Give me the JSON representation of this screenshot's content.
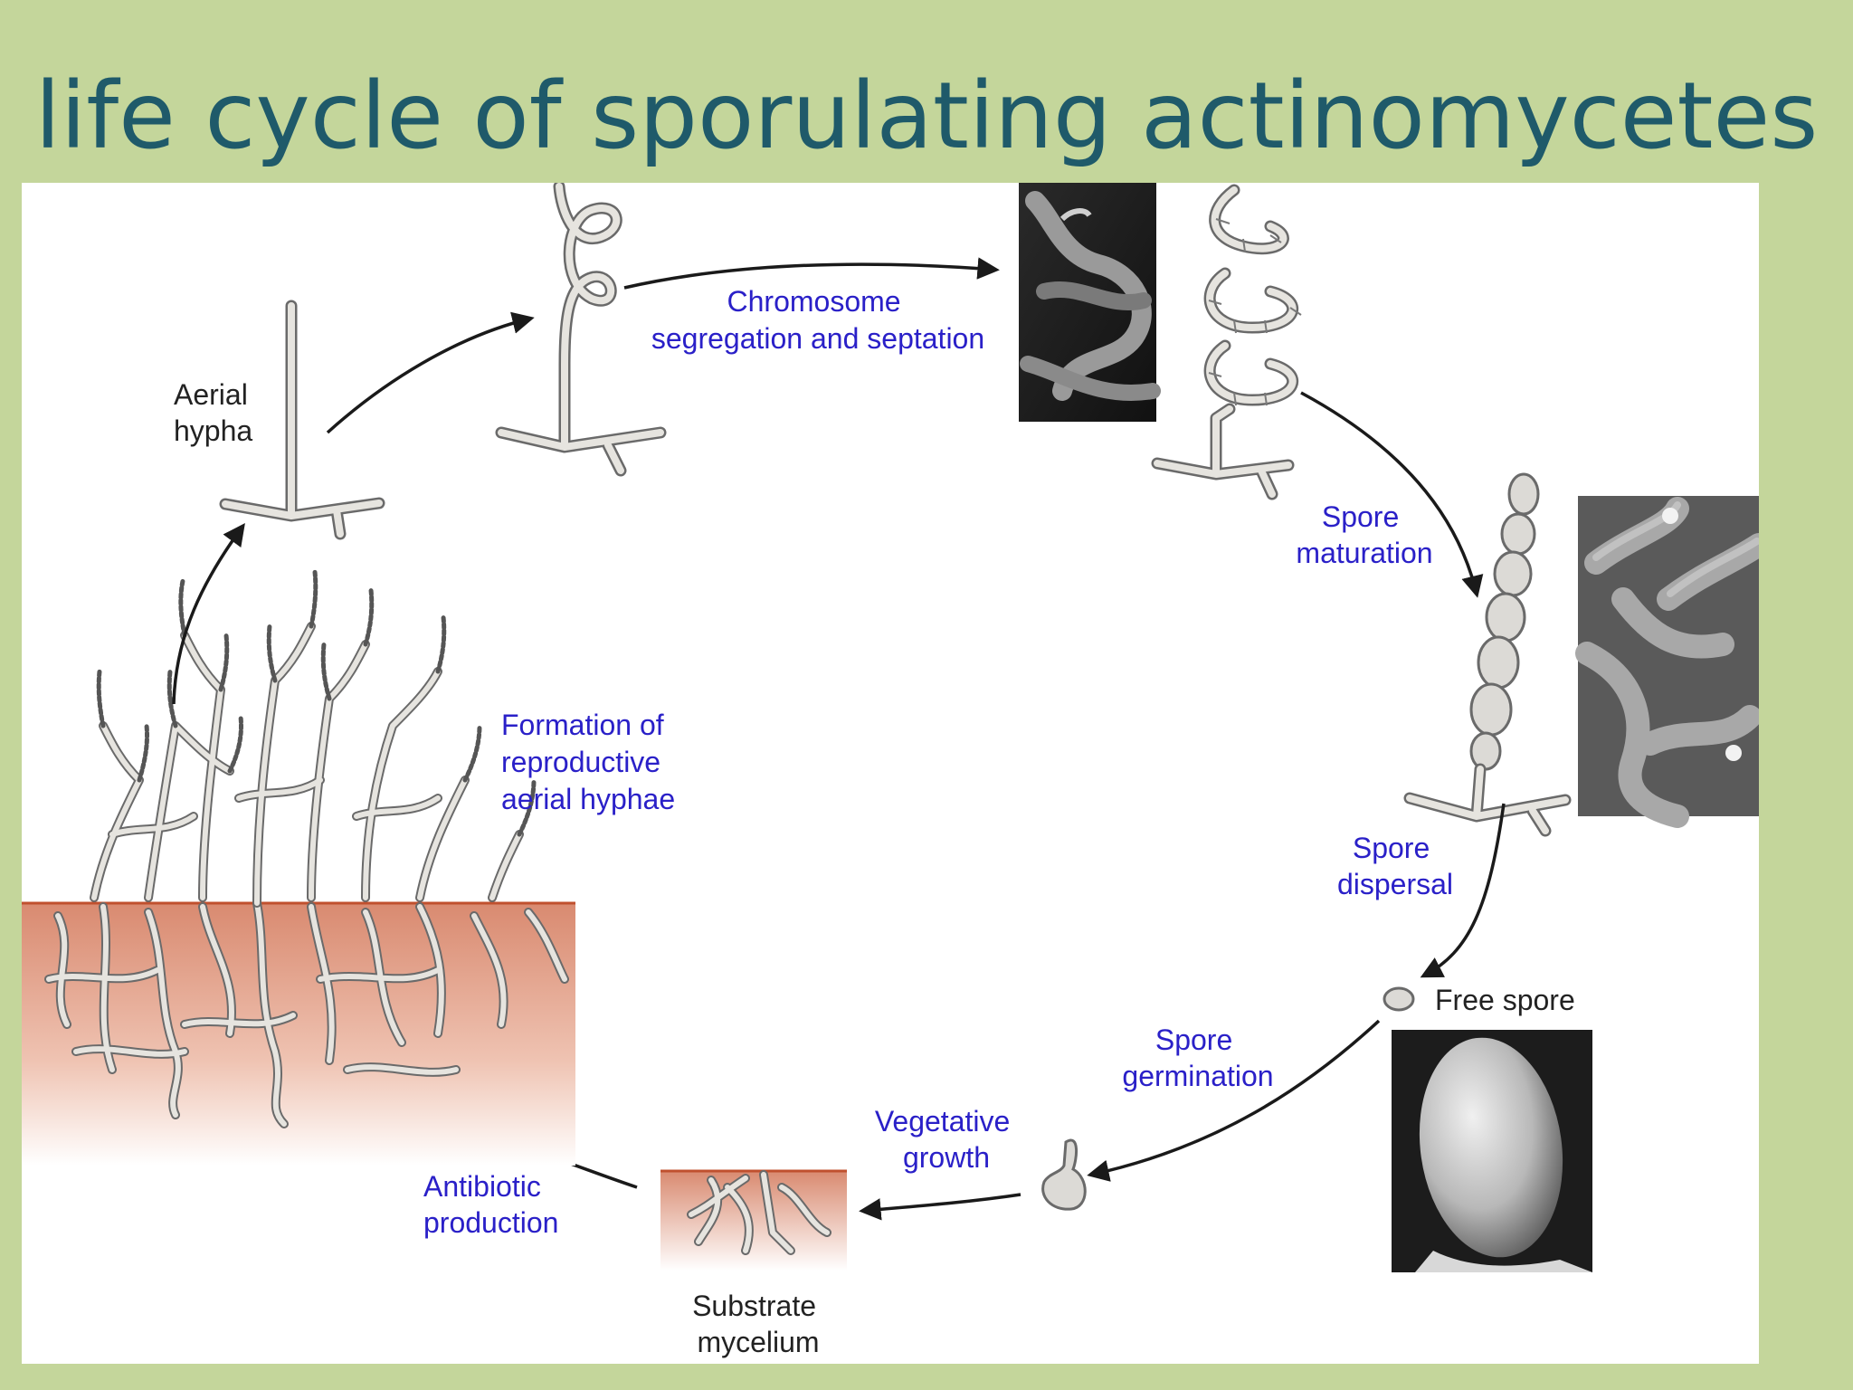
{
  "title": "life cycle of sporulating actinomycetes",
  "labels": {
    "aerial_hypha": [
      "Aerial",
      "hypha"
    ],
    "chromosome": [
      "Chromosome",
      "segregation and septation"
    ],
    "spore_maturation": [
      "Spore",
      "maturation"
    ],
    "spore_dispersal": [
      "Spore",
      "dispersal"
    ],
    "free_spore": "Free spore",
    "spore_germination": [
      "Spore",
      "germination"
    ],
    "vegetative_growth": [
      "Vegetative",
      "growth"
    ],
    "substrate_mycelium": [
      "Substrate",
      "mycelium"
    ],
    "antibiotic_production": [
      "Antibiotic",
      "production"
    ],
    "formation": [
      "Formation of",
      "reproductive",
      "aerial hyphae"
    ]
  },
  "colors": {
    "background": "#c4d69b",
    "title": "#1f5a6a",
    "label_blue": "#2a20c8",
    "soil": "#d98a70"
  }
}
